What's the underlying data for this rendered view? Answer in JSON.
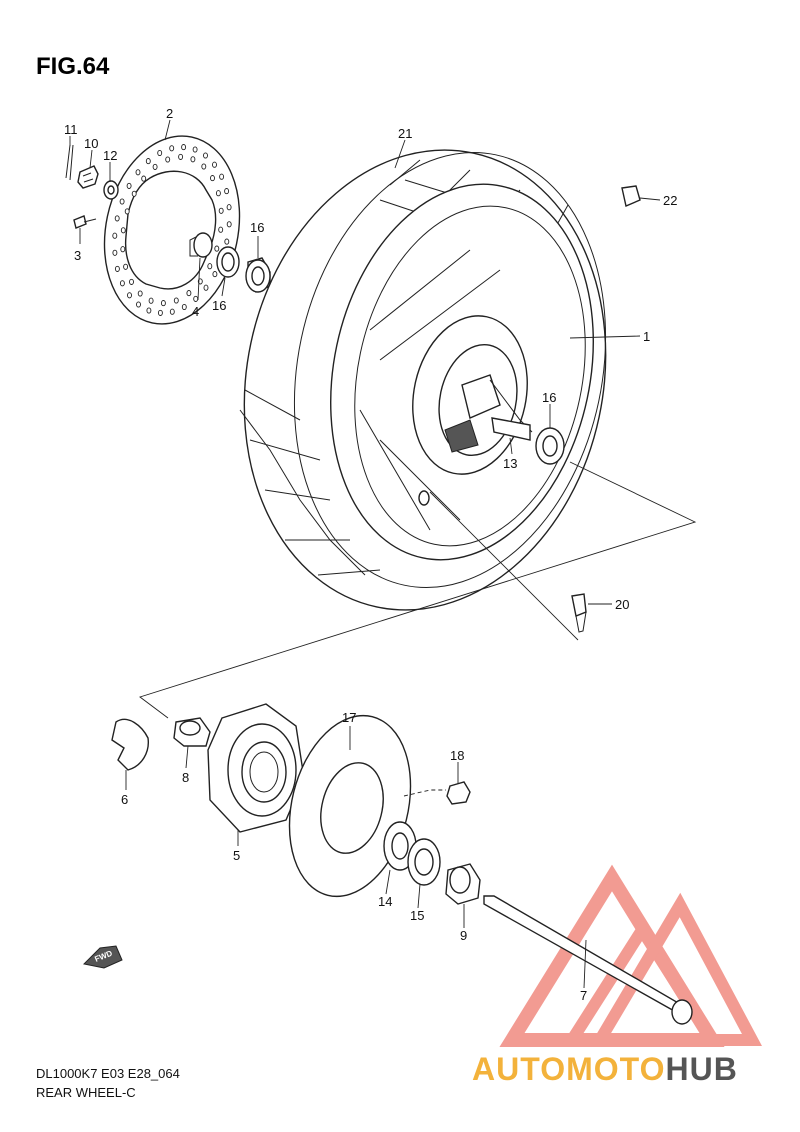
{
  "figure": {
    "title": "FIG.64",
    "model_code": "DL1000K7 E03 E28_064",
    "caption": "REAR WHEEL-C"
  },
  "fwd_arrow": {
    "label": "FWD"
  },
  "watermark": {
    "text_colored": "AUTOMOTO",
    "text_dark": "HUB",
    "color_primary": "#f08a80",
    "color_accent": "#f3b23b",
    "color_dark": "#555555"
  },
  "callouts": [
    {
      "id": "c1",
      "label": "1"
    },
    {
      "id": "c2",
      "label": "2"
    },
    {
      "id": "c3",
      "label": "3"
    },
    {
      "id": "c4",
      "label": "4"
    },
    {
      "id": "c5",
      "label": "5"
    },
    {
      "id": "c6",
      "label": "6"
    },
    {
      "id": "c7",
      "label": "7"
    },
    {
      "id": "c8",
      "label": "8"
    },
    {
      "id": "c9",
      "label": "9"
    },
    {
      "id": "c10",
      "label": "10"
    },
    {
      "id": "c11",
      "label": "11"
    },
    {
      "id": "c12",
      "label": "12"
    },
    {
      "id": "c13",
      "label": "13"
    },
    {
      "id": "c14",
      "label": "14"
    },
    {
      "id": "c15",
      "label": "15"
    },
    {
      "id": "c16a",
      "label": "16"
    },
    {
      "id": "c16b",
      "label": "16"
    },
    {
      "id": "c17",
      "label": "17"
    },
    {
      "id": "c18",
      "label": "18"
    },
    {
      "id": "c19",
      "label": "19"
    },
    {
      "id": "c20",
      "label": "20"
    },
    {
      "id": "c21",
      "label": "21"
    },
    {
      "id": "c22",
      "label": "22"
    }
  ]
}
